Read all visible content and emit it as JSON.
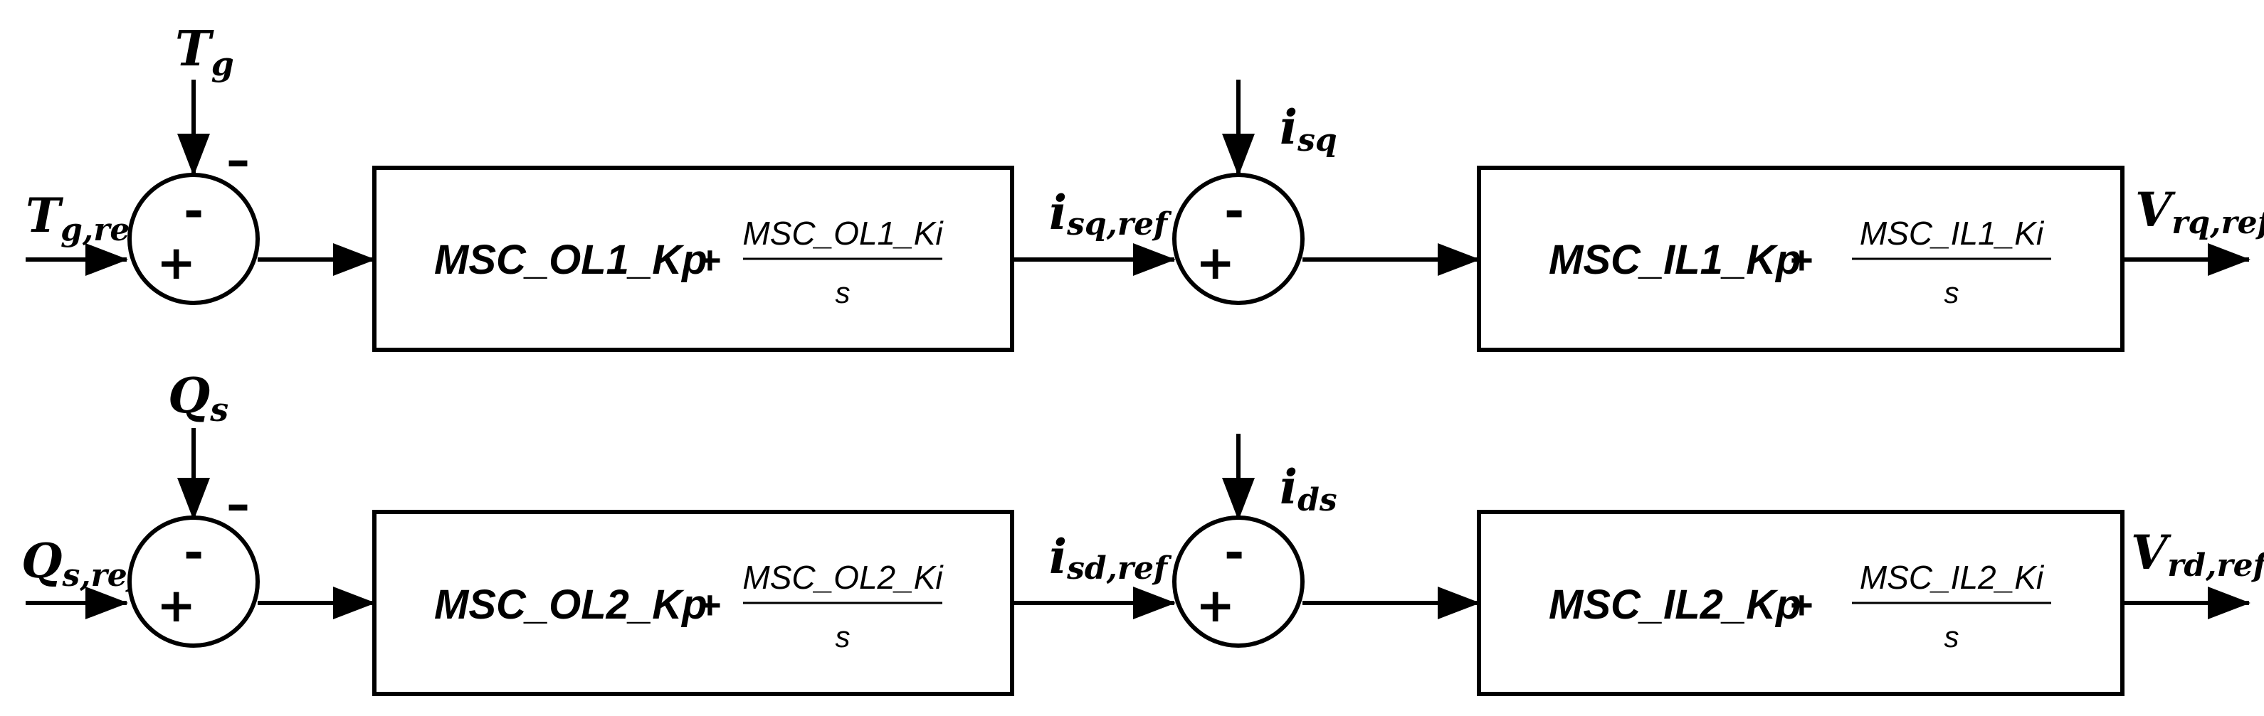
{
  "rows": [
    {
      "ref_input": {
        "main": "T",
        "sub": "g,ref"
      },
      "feedback1": {
        "main": "T",
        "sub": "g"
      },
      "sum1": {
        "plus": "+",
        "minus_inner": "-",
        "minus_outer": "–"
      },
      "controller1": {
        "gain": "MSC_OL1_Kp",
        "plus": "+",
        "num": "MSC_OL1_Ki",
        "den": "s"
      },
      "mid_signal": {
        "main": "i",
        "sub": "sq,ref"
      },
      "feedback2": {
        "main": "i",
        "sub": "sq"
      },
      "sum2": {
        "plus": "+",
        "minus_inner": "-"
      },
      "controller2": {
        "gain": "MSC_IL1_Kp",
        "plus": "+",
        "num": "MSC_IL1_Ki",
        "den": "s"
      },
      "output": {
        "main": "V",
        "sub": "rq,ref"
      }
    },
    {
      "ref_input": {
        "main": "Q",
        "sub": "s,ref"
      },
      "feedback1": {
        "main": "Q",
        "sub": "s"
      },
      "sum1": {
        "plus": "+",
        "minus_inner": "-",
        "minus_outer": "–"
      },
      "controller1": {
        "gain": "MSC_OL2_Kp",
        "plus": "+",
        "num": "MSC_OL2_Ki",
        "den": "s"
      },
      "mid_signal": {
        "main": "i",
        "sub": "sd,ref"
      },
      "feedback2": {
        "main": "i",
        "sub": "ds"
      },
      "sum2": {
        "plus": "+",
        "minus_inner": "-"
      },
      "controller2": {
        "gain": "MSC_IL2_Kp",
        "plus": "+",
        "num": "MSC_IL2_Ki",
        "den": "s"
      },
      "output": {
        "main": "V",
        "sub": "rd,ref"
      }
    }
  ]
}
